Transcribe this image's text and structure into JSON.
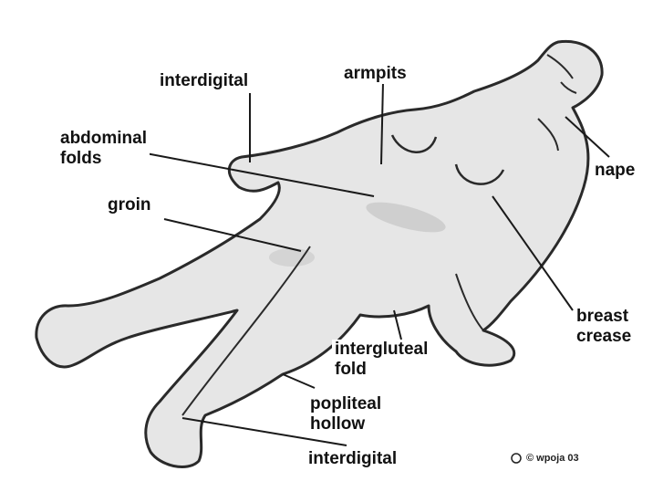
{
  "labels": {
    "interdigital_hand": "interdigital",
    "armpits": "armpits",
    "abdominal_folds": "abdominal\nfolds",
    "groin": "groin",
    "nape": "nape",
    "breast_crease": "breast\ncrease",
    "intergluteal_fold": "intergluteal\nfold",
    "popliteal_hollow": "popliteal\nhollow",
    "interdigital_foot": "interdigital"
  },
  "credit": "© wpoja 03",
  "colors": {
    "outline": "#2a2a2a",
    "skin": "#e6e6e6",
    "shade": "#cfcfcf",
    "leader": "#1a1a1a"
  }
}
